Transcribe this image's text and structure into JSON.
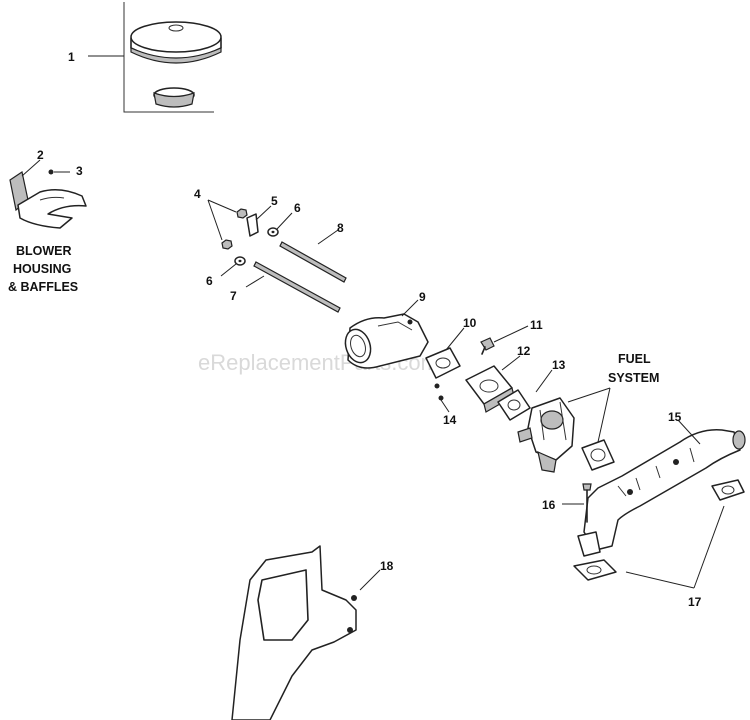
{
  "watermark": "eReplacementParts.com",
  "callouts": {
    "c1": "1",
    "c2": "2",
    "c3": "3",
    "c4": "4",
    "c5": "5",
    "c6a": "6",
    "c6b": "6",
    "c7": "7",
    "c8": "8",
    "c9": "9",
    "c10": "10",
    "c11": "11",
    "c12": "12",
    "c13": "13",
    "c14": "14",
    "c15": "15",
    "c16": "16",
    "c17": "17",
    "c18": "18"
  },
  "labels": {
    "blower_line1": "BLOWER",
    "blower_line2": "HOUSING",
    "blower_line3": "& BAFFLES",
    "fuel_line1": "FUEL",
    "fuel_line2": "SYSTEM"
  }
}
